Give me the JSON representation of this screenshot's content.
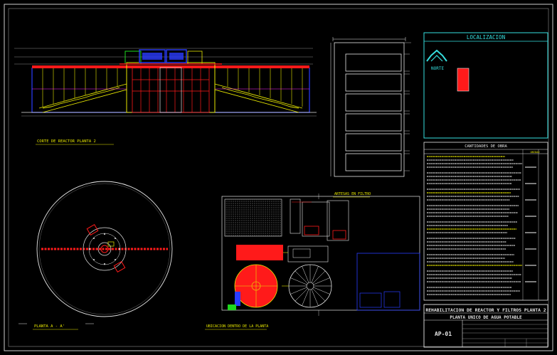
{
  "drawing": {
    "views": {
      "reactor_section_title": "CORTE DE REACTOR PLANTA 2",
      "filter_detail_title": "ARTESAS EN FILTRO",
      "plan_title": "PLANTA A - A'",
      "site_title": "UBICACION DENTRO DE LA PLANTA"
    },
    "location": {
      "title": "LOCALIZACION",
      "north_label": "NORTE"
    },
    "quantities": {
      "title": "CANTIDADES DE OBRA",
      "col_unit": "UNIDAD"
    },
    "title_block": {
      "project_line1": "REHABILITACION DE REACTOR Y FILTROS PLANTA 2",
      "project_line2": "PLANTA UNICO DE AGUA POTABLE",
      "sheet_number": "AP-01"
    },
    "colors": {
      "background": "#000000",
      "frame": "#e6e6e6",
      "structure_yellow": "#e8e800",
      "red": "#ff1a1a",
      "blue": "#2a3cff",
      "cyan": "#36e0e0",
      "green": "#1ed81e",
      "magenta": "#ff2aff"
    }
  }
}
